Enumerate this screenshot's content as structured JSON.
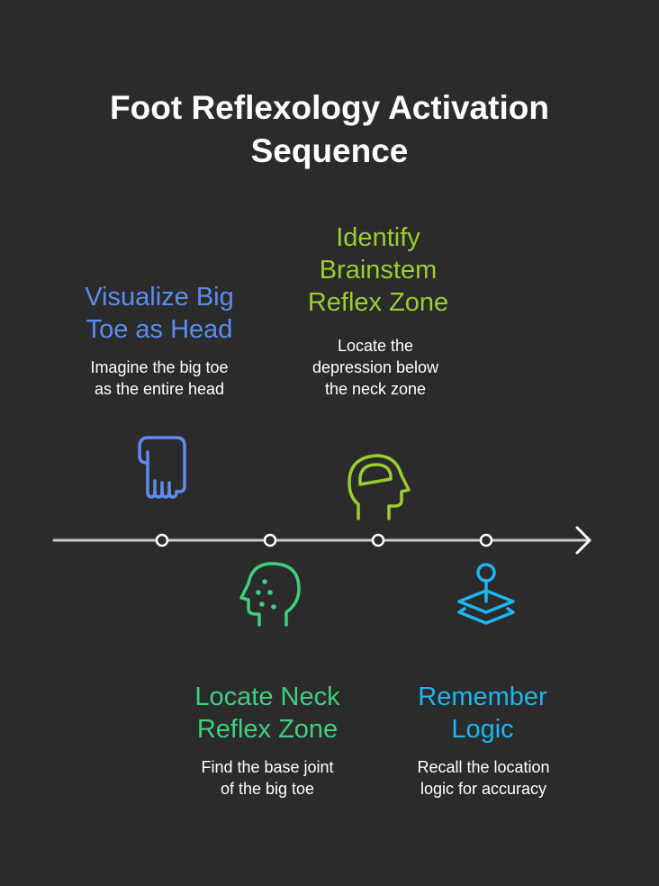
{
  "title": {
    "line1": "Foot Reflexology Activation",
    "line2": "Sequence"
  },
  "colors": {
    "background": "#2b2b2b",
    "step1": "#5b8def",
    "step2": "#3fcf7f",
    "step3": "#9acd32",
    "step4": "#1fb6f0",
    "line": "#ffffff"
  },
  "steps": [
    {
      "title_lines": [
        "Visualize Big",
        "Toe as Head"
      ],
      "desc_lines": [
        "Imagine the big toe",
        "as the entire head"
      ],
      "icon": "hand-icon"
    },
    {
      "title_lines": [
        "Locate Neck",
        "Reflex Zone"
      ],
      "desc_lines": [
        "Find the base joint",
        "of the big toe"
      ],
      "icon": "head-dots-icon"
    },
    {
      "title_lines": [
        "Identify",
        "Brainstem",
        "Reflex Zone"
      ],
      "desc_lines": [
        "Locate the",
        "depression below",
        "the neck zone"
      ],
      "icon": "head-brain-icon"
    },
    {
      "title_lines": [
        "Remember",
        "Logic"
      ],
      "desc_lines": [
        "Recall the location",
        "logic for accuracy"
      ],
      "icon": "map-pin-icon"
    }
  ]
}
